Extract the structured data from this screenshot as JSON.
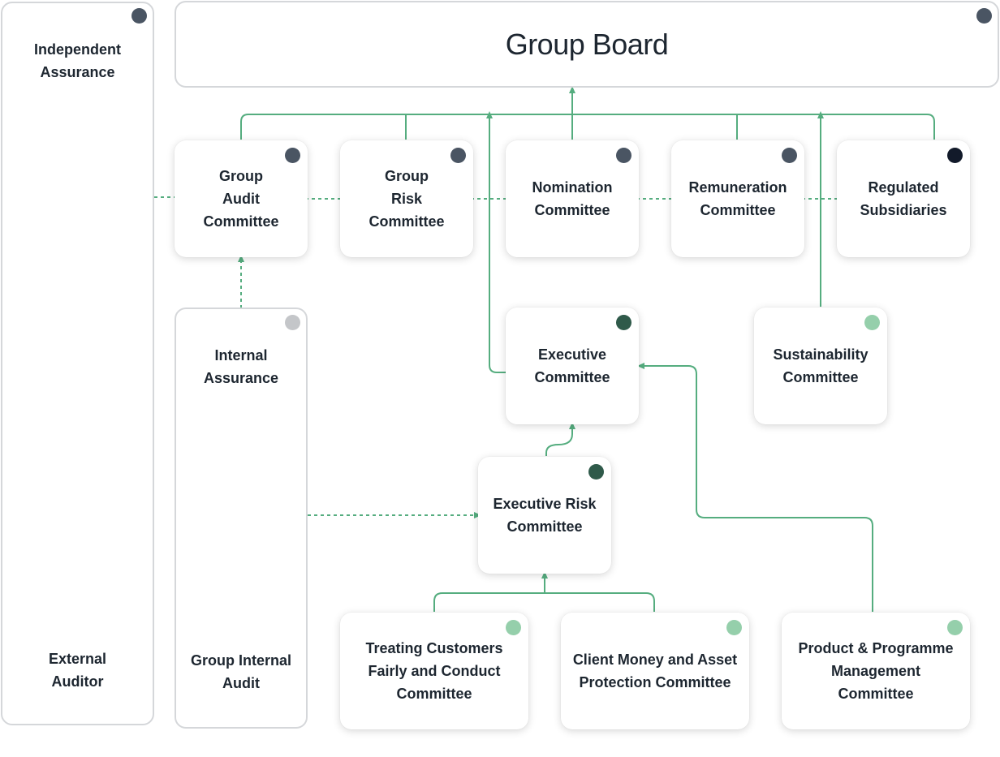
{
  "colors": {
    "connector": "#55ad7f",
    "dot_slate": "#4a5563",
    "dot_navy": "#121a2a",
    "dot_darkgreen": "#2f5a4a",
    "dot_lightgreen": "#95cfab",
    "dot_grey": "#c4c6c9"
  },
  "diagram": {
    "independent_assurance": {
      "title": "Independent\nAssurance",
      "bottom": "External\nAuditor"
    },
    "group_board": {
      "title": "Group Board"
    },
    "group_audit": {
      "title": "Group\nAudit\nCommittee"
    },
    "group_risk": {
      "title": "Group\nRisk\nCommittee"
    },
    "nomination": {
      "title": "Nomination\nCommittee"
    },
    "remuneration": {
      "title": "Remuneration\nCommittee"
    },
    "regulated": {
      "title": "Regulated\nSubsidiaries"
    },
    "internal_assurance": {
      "title": "Internal\nAssurance",
      "bottom": "Group Internal\nAudit"
    },
    "executive": {
      "title": "Executive\nCommittee"
    },
    "sustainability": {
      "title": "Sustainability\nCommittee"
    },
    "exec_risk": {
      "title": "Executive Risk\nCommittee"
    },
    "treating": {
      "title": "Treating Customers\nFairly and Conduct\nCommittee"
    },
    "client_money": {
      "title": "Client Money and Asset\nProtection Committee"
    },
    "product": {
      "title": "Product & Programme\nManagement\nCommittee"
    }
  }
}
